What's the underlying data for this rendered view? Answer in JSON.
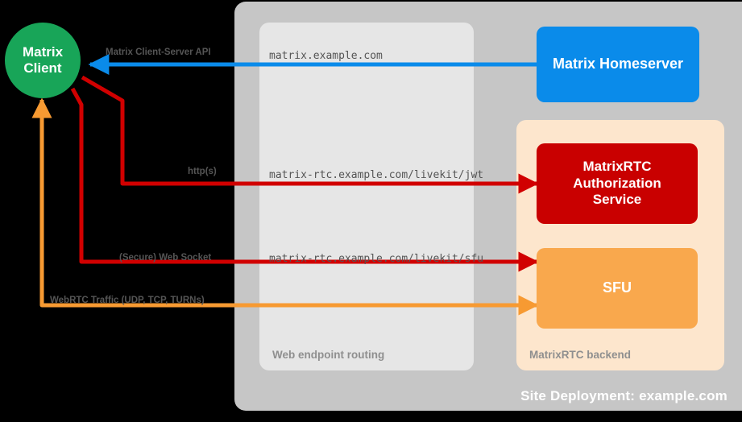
{
  "diagram": {
    "title": "Site Deployment: example.com",
    "deployment_label": "Site Deployment: example.com"
  },
  "containers": {
    "routing": {
      "label": "Web endpoint routing",
      "color": "#e6e6e6"
    },
    "backend": {
      "label": "MatrixRTC backend",
      "color": "#fde6cd"
    },
    "deployment": {
      "label": "Site Deployment: example.com",
      "color": "#c6c6c6"
    }
  },
  "nodes": {
    "client": {
      "line1": "Matrix",
      "line2": "Client",
      "color": "#18a558"
    },
    "homeserver": {
      "label": "Matrix Homeserver",
      "color": "#0a8bea"
    },
    "auth": {
      "line1": "MatrixRTC",
      "line2": "Authorization",
      "line3": "Service",
      "color": "#c90000"
    },
    "sfu": {
      "label": "SFU",
      "color": "#f9a84d"
    }
  },
  "connections": [
    {
      "id": "cs-api",
      "protocol_label": "Matrix Client-Server API",
      "endpoint": "matrix.example.com",
      "color": "#0a8bea",
      "from": "homeserver",
      "to": "client"
    },
    {
      "id": "jwt",
      "protocol_label": "http(s)",
      "endpoint": "matrix-rtc.example.com/livekit/jwt",
      "color": "#d10000",
      "from": "client",
      "to": "auth"
    },
    {
      "id": "sfu-ws",
      "protocol_label": "(Secure) Web Socket",
      "endpoint": "matrix-rtc.example.com/livekit/sfu",
      "color": "#d10000",
      "from": "client",
      "to": "sfu"
    },
    {
      "id": "webrtc",
      "protocol_label": "WebRTC Traffic (UDP, TCP, TURNs)",
      "endpoint": "",
      "color": "#f79a32",
      "from": "client",
      "to": "sfu"
    }
  ]
}
